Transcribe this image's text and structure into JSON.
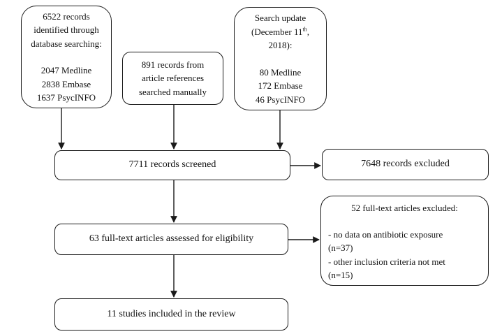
{
  "diagram": {
    "colors": {
      "border": "#1a1a1a",
      "background": "#ffffff",
      "text": "#111111"
    },
    "boxes": {
      "database_search": {
        "title": "6522 records\nidentified through\ndatabase searching:",
        "sources": "2047 Medline\n2838 Embase\n1637 PsycINFO"
      },
      "manual_search": {
        "text": "891 records from\narticle references\nsearched manually"
      },
      "search_update": {
        "line1": "Search update",
        "line2_pre": "(December 11",
        "line2_sup": "th",
        "line2_post": ",",
        "line3": "2018):",
        "sources": "80 Medline\n172 Embase\n46 PsycINFO"
      },
      "screened": {
        "text": "7711 records screened"
      },
      "records_excluded": {
        "text": "7648 records excluded"
      },
      "fulltext_assessed": {
        "text": "63 full-text articles assessed for eligibility"
      },
      "fulltext_excluded": {
        "title": "52 full-text articles excluded:",
        "reasons": [
          "- no data on antibiotic exposure\n(n=37)",
          "- other inclusion criteria not met\n(n=15)"
        ]
      },
      "included": {
        "text": "11 studies included in the review"
      }
    }
  }
}
